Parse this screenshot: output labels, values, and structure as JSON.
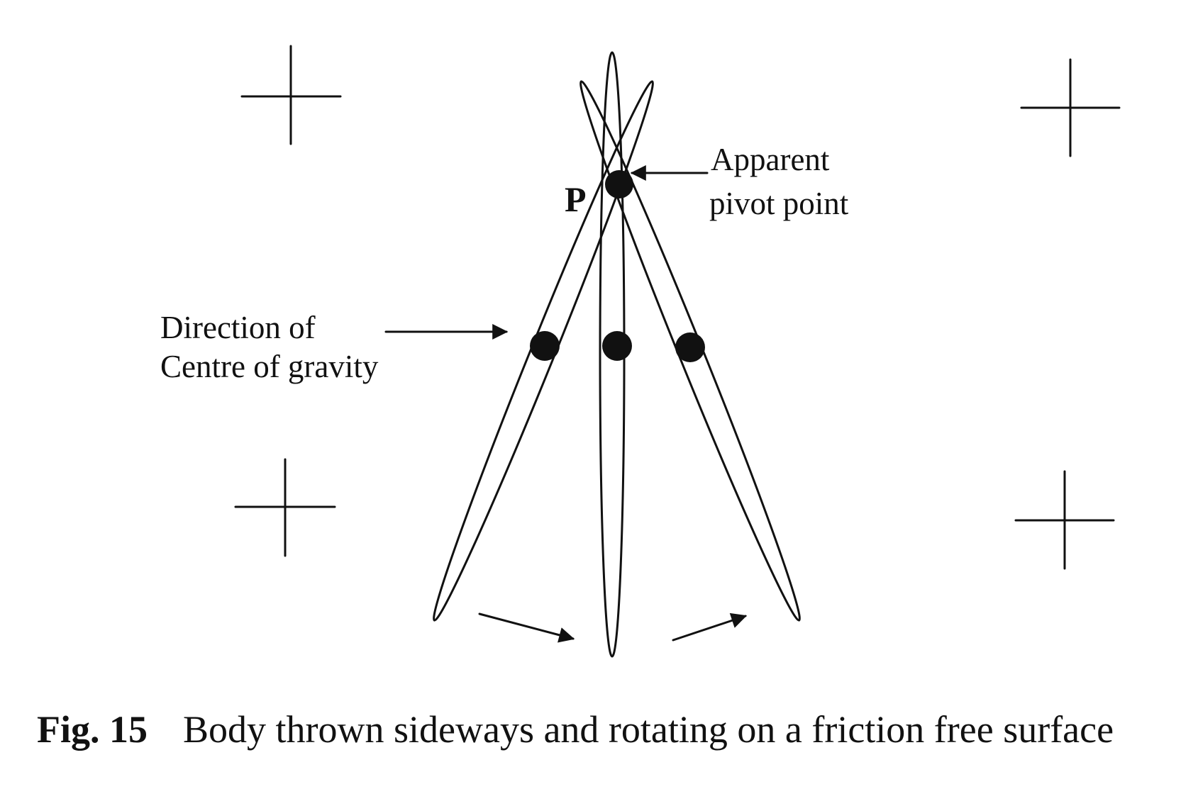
{
  "diagram": {
    "pivot_label": "P",
    "pivot_annotation": [
      "Apparent",
      "pivot point"
    ],
    "cg_annotation": [
      "Direction of",
      "Centre of gravity"
    ]
  },
  "caption": {
    "number": "Fig. 15",
    "text": "Body thrown sideways and rotating on a friction free surface"
  }
}
